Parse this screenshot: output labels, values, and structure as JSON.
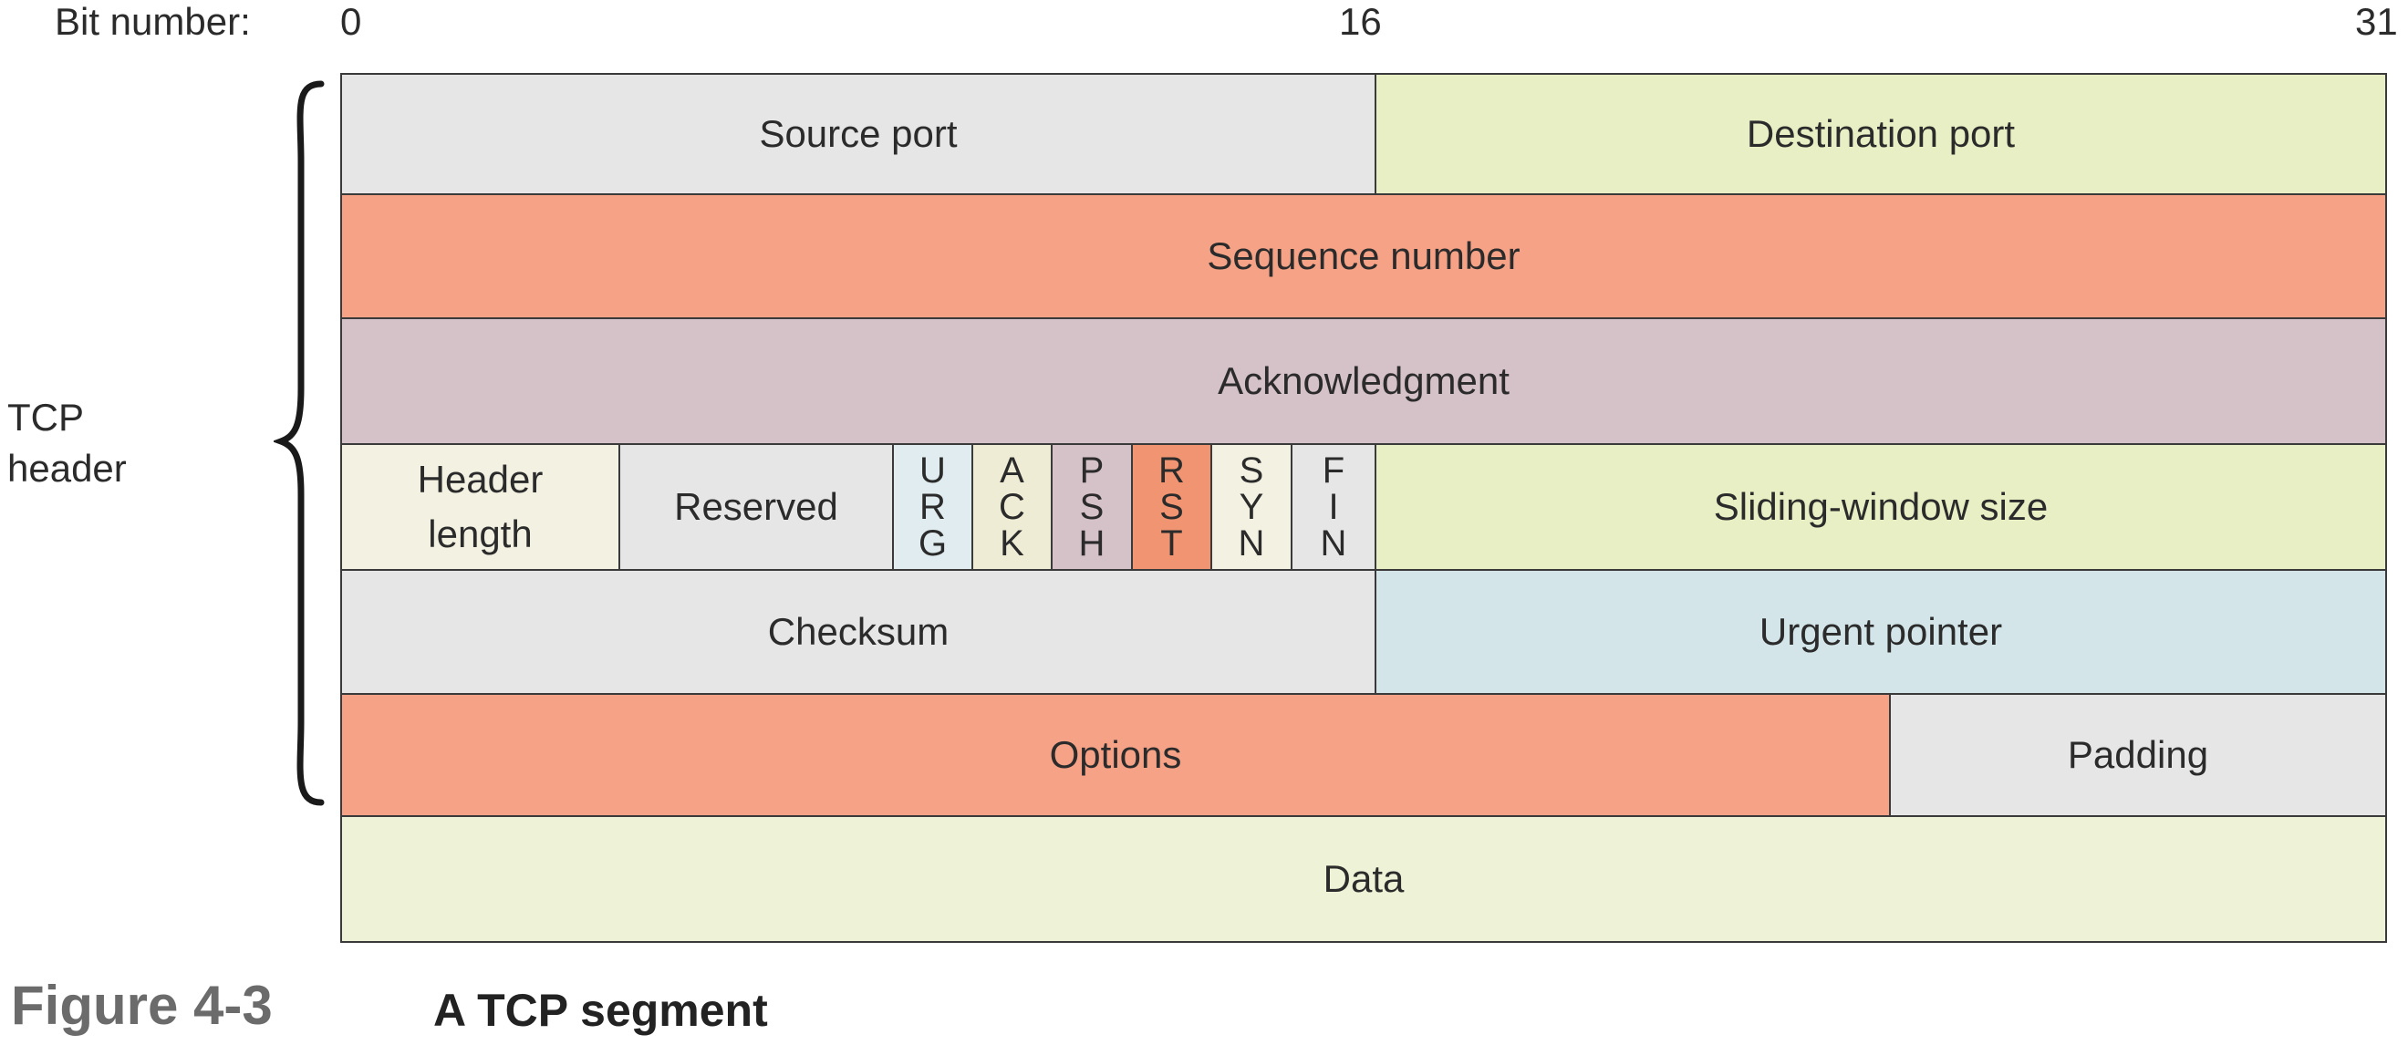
{
  "bit_axis": {
    "label": "Bit number:",
    "start": "0",
    "middle": "16",
    "end": "31"
  },
  "side_label": {
    "line1": "TCP",
    "line2": "header"
  },
  "rows": {
    "source_port": "Source port",
    "destination_port": "Destination port",
    "sequence_number": "Sequence number",
    "acknowledgment": "Acknowledgment",
    "header_length_line1": "Header",
    "header_length_line2": "length",
    "reserved": "Reserved",
    "flags": [
      {
        "name": "URG",
        "letters": [
          "U",
          "R",
          "G"
        ]
      },
      {
        "name": "ACK",
        "letters": [
          "A",
          "C",
          "K"
        ]
      },
      {
        "name": "PSH",
        "letters": [
          "P",
          "S",
          "H"
        ]
      },
      {
        "name": "RST",
        "letters": [
          "R",
          "S",
          "T"
        ]
      },
      {
        "name": "SYN",
        "letters": [
          "S",
          "Y",
          "N"
        ]
      },
      {
        "name": "FIN",
        "letters": [
          "F",
          "I",
          "N"
        ]
      }
    ],
    "sliding_window_size": "Sliding-window size",
    "checksum": "Checksum",
    "urgent_pointer": "Urgent pointer",
    "options": "Options",
    "padding": "Padding",
    "data": "Data"
  },
  "colors": {
    "gray": "#e6e6e6",
    "green": "#e9efc4",
    "salmon": "#f5a287",
    "mauve": "#d5c1c8",
    "cream": "#f3f1e2",
    "pale_blue": "#d3e5e9",
    "data_green": "#eef2d6",
    "flag_urg": "#e0ecef",
    "flag_ack": "#efecd6",
    "flag_psh": "#d5c1c8",
    "flag_rst": "#f19471",
    "flag_syn": "#f3f1e2",
    "flag_fin": "#e6e6e6"
  },
  "caption": {
    "number": "Figure 4-3",
    "text": "A TCP segment"
  }
}
